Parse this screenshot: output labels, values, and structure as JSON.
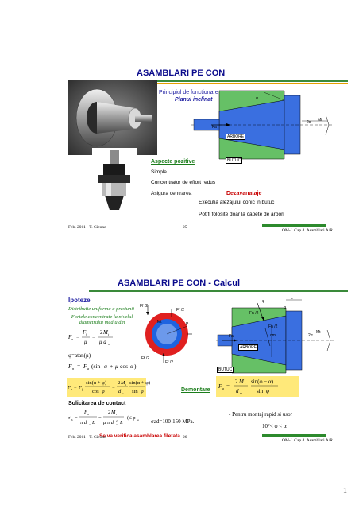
{
  "slide1": {
    "title": "ASAMBLARI PE CON",
    "principle_label": "Principiul de functionare",
    "principle_sub": "Planul inclinat",
    "positives_title": "Aspecte pozitive",
    "positives": [
      "Simple",
      "Concentrator de effort redus",
      "Asigura centrarea"
    ],
    "disadvantages_title": "Dezavanataje",
    "disadvantages": [
      "Executia alezajului conic in butuc",
      "Pot fi folosite doar la capete de arbori"
    ],
    "diagram_labels": {
      "alpha": "α",
      "two_alpha": "2α",
      "fa": "Fa",
      "mt": "Mt",
      "arbore": "ARBORE",
      "butuc": "BUTUC"
    },
    "footer_left": "Feb. 2011 - T. Cicone",
    "page_number": "25",
    "footer_right": "OM-I. Cap.4. Asamblari A/R"
  },
  "slide2": {
    "title": "ASAMBLARI PE CON - Calcul",
    "hypotheses_title": "Ipoteze",
    "hypotheses": [
      "Distributie uniforma a presiunii",
      "Fortele concentrate la nivelul diametrului mediu dm"
    ],
    "formula_fa": "Fa = Ff/μ = 2Mt/(μ dm)",
    "phi_def": "φ=atan(μ)",
    "formula_fn": "Fn = Fa(sinα + μ cosα)",
    "formula_fa2": "Fa = Ff·sin(α+φ)/cosφ = 2Mt/dm · sin(α+φ)/sinφ",
    "contact_title": "Solicitarea de contact",
    "formula_sigma": "σs = Fn/(π dm L) = 2Mt/(μ π dm² L) (≤ pa)",
    "sigma_allowed": "σad=100-150 MPa.",
    "verify_note": "Se va verifica asamblarea filetata",
    "dismount_title": "Demontare",
    "formula_dismount": "Fa = 2Mt/dm · sin(φ−α)/sinφ",
    "note": "- Pentru montaj rapid si usor",
    "condition": "10°< φ < α",
    "diagram_labels": {
      "ff_half_top": "Ff /2",
      "ff_half_side": "Ff /2",
      "ff_half_bottom": "Ff /2",
      "ff_half_left": "Ff /2",
      "mt": "Mt",
      "p": "P",
      "phi": "φ",
      "l": "L",
      "alpha": "α",
      "fn_half": "Fn /2",
      "fn_half_2": "Fn /2",
      "fa": "Fa",
      "dm": "dm",
      "two_alpha": "2α",
      "mt_right": "Mt",
      "arbore": "ARBORE",
      "butuc": "BUTUC"
    },
    "footer_left": "Feb. 2011 - T. Cicone",
    "page_number": "26",
    "footer_right": "OM-I. Cap.4. Asamblari A/R"
  },
  "page_number": "1"
}
